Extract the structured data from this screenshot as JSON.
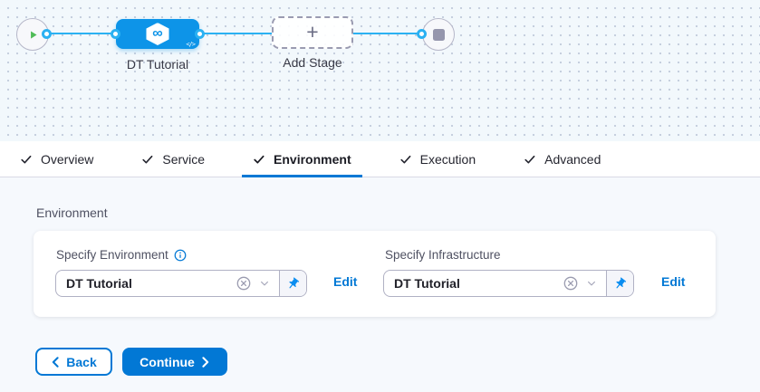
{
  "colors": {
    "accent_blue": "#0278d5",
    "stage_node_blue": "#0d94e8",
    "edge_blue": "#2bb1f2",
    "play_green": "#4fbb57",
    "end_square_gray": "#9596ad",
    "label_gray": "#4f5162",
    "text_dark": "#22222a",
    "canvas_bg": "#f2f8fc",
    "content_bg": "#f6f9fd"
  },
  "canvas": {
    "stage_label": "DT Tutorial",
    "add_stage_label": "Add Stage",
    "plus_glyph": "+",
    "infinity_glyph": "∞",
    "code_glyph": "</>"
  },
  "tabs": {
    "items": [
      {
        "label": "Overview",
        "checked": true,
        "active": false
      },
      {
        "label": "Service",
        "checked": true,
        "active": false
      },
      {
        "label": "Environment",
        "checked": true,
        "active": true
      },
      {
        "label": "Execution",
        "checked": true,
        "active": false
      },
      {
        "label": "Advanced",
        "checked": true,
        "active": false
      }
    ]
  },
  "environment_section": {
    "heading": "Environment"
  },
  "fields": [
    {
      "label": "Specify Environment",
      "has_info_icon": true,
      "value": "DT Tutorial",
      "edit_label": "Edit"
    },
    {
      "label": "Specify Infrastructure",
      "has_info_icon": false,
      "value": "DT Tutorial",
      "edit_label": "Edit"
    }
  ],
  "footer": {
    "back_label": "Back",
    "continue_label": "Continue"
  }
}
